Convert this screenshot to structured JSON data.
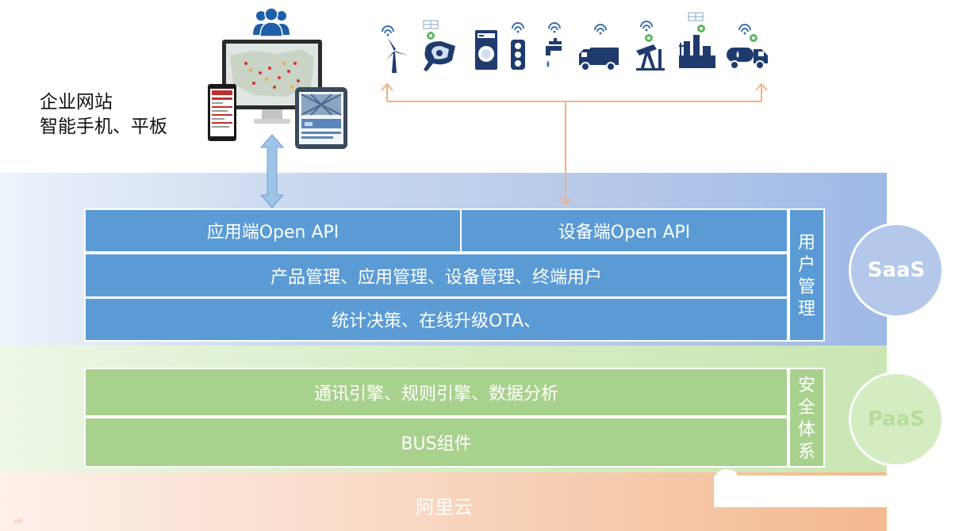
{
  "clients": {
    "line1": "企业网站",
    "line2": "智能手机、平板"
  },
  "saas": {
    "app_api": "应用端Open API",
    "device_api": "设备端Open API",
    "management": "产品管理、应用管理、设备管理、终端用户",
    "stats": "统计决策、在线升级OTA、",
    "side_label_chars": [
      "用",
      "户",
      "管",
      "理"
    ],
    "circle_label": "SaaS"
  },
  "paas": {
    "engines": "通讯引擎、规则引擎、数据分析",
    "bus": "BUS组件",
    "side_label_chars": [
      "安",
      "全",
      "体",
      "系"
    ],
    "circle_label": "PaaS"
  },
  "cloud": {
    "label": "阿里云"
  },
  "colors": {
    "saas_box": "#5b9bd5",
    "paas_box": "#a9d18e",
    "cloud_band": "#f3b98f",
    "device_icon": "#1f3b6e",
    "wifi_icon": "#3a6fb0",
    "status_dot": "#5cb85c",
    "arrow_blue": "#9dc3e6",
    "arrow_orange": "#f4b183"
  },
  "devices": [
    {
      "icon": "wind-turbine-icon"
    },
    {
      "icon": "security-camera-icon"
    },
    {
      "icon": "washing-machine-icon"
    },
    {
      "icon": "traffic-light-icon"
    },
    {
      "icon": "water-faucet-icon"
    },
    {
      "icon": "truck-icon"
    },
    {
      "icon": "oil-pump-icon"
    },
    {
      "icon": "factory-icon"
    },
    {
      "icon": "tanker-truck-icon"
    }
  ]
}
